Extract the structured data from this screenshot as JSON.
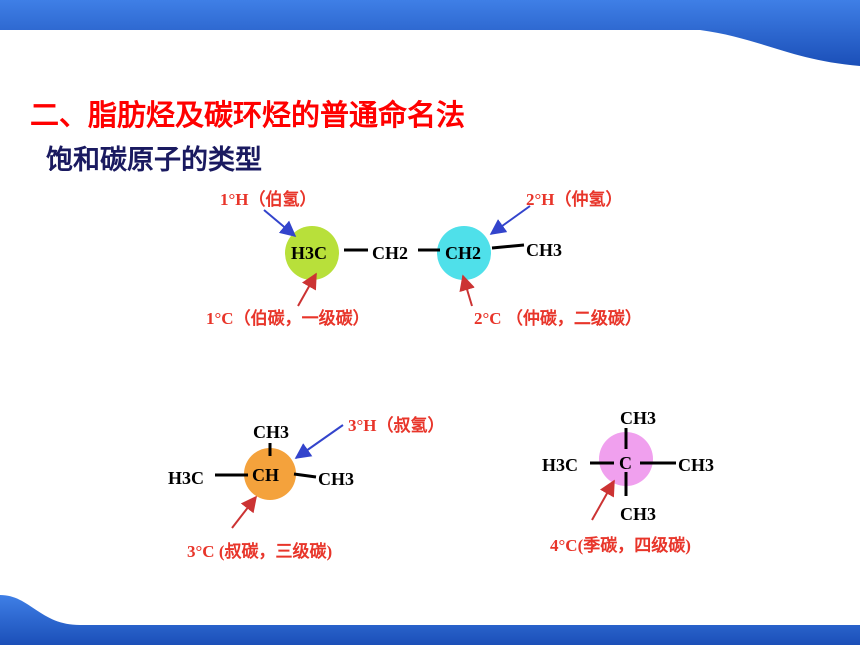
{
  "slide": {
    "title": "二、脂肪烃及碳环烃的普通命名法",
    "subtitle": "饱和碳原子的类型"
  },
  "molecules": {
    "propane": {
      "groups": [
        "H3C",
        "CH2",
        "CH2",
        "CH3"
      ],
      "labels": {
        "primary_h": "1°H（伯氢）",
        "secondary_h": "2°H（仲氢）",
        "primary_c": "1°C（伯碳，一级碳）",
        "secondary_c": "2°C （仲碳，二级碳）"
      }
    },
    "isobutane": {
      "groups": {
        "top": "CH3",
        "left": "H3C",
        "center": "CH",
        "right": "CH3"
      },
      "labels": {
        "tertiary_h": "3°H（叔氢）",
        "tertiary_c": "3°C (叔碳，三级碳)"
      }
    },
    "neopentane": {
      "groups": {
        "top": "CH3",
        "left": "H3C",
        "center": "C",
        "right": "CH3",
        "bottom": "CH3"
      },
      "labels": {
        "quaternary_c": "4°C(季碳，四级碳)"
      }
    }
  },
  "colors": {
    "header_bar": "#1e5bc6",
    "title": "#ff0000",
    "subtitle": "#1a1a60",
    "primary_circle": "#b8e03a",
    "secondary_circle": "#4fe0ea",
    "tertiary_circle": "#f4a23c",
    "quaternary_circle": "#f0a0ee",
    "arrow_blue": "#3344cc",
    "arrow_red": "#cc3333",
    "label_red": "#e8352a"
  }
}
